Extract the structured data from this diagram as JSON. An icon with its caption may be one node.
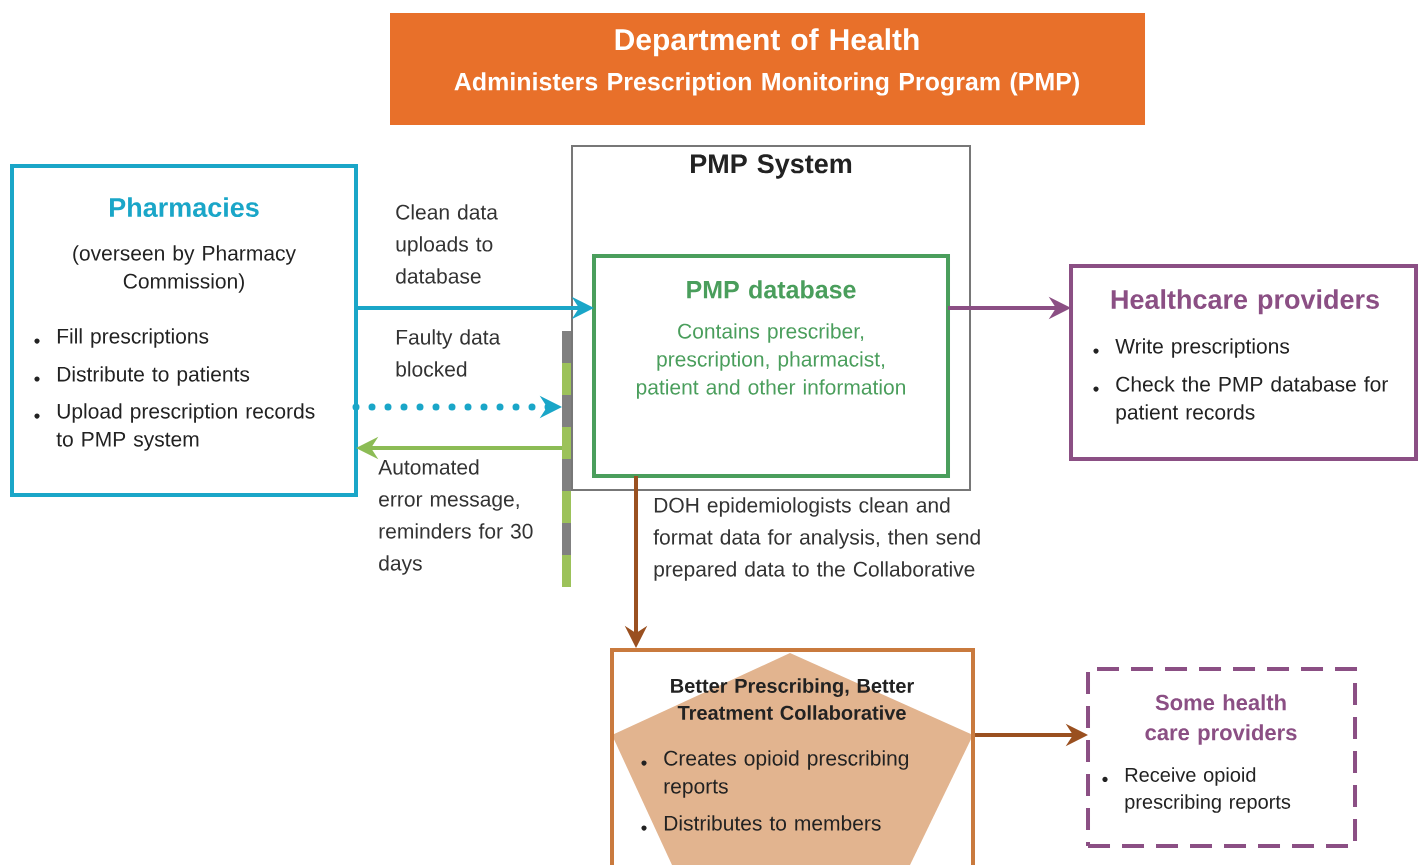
{
  "diagram": {
    "nodes": [
      {
        "text": [
          "Department of Health",
          "Administers Prescription Monitoring Program (PMP)"
        ]
      },
      {
        "text": [
          "Pharmacies",
          "(overseen by Pharmacy Commission)",
          "Fill prescriptions",
          "Distribute to patients",
          "Upload prescription records to PMP system"
        ]
      },
      {
        "text": [
          "PMP System"
        ]
      },
      {
        "text": [
          "PMP database",
          "Contains prescriber, prescription, pharmacist, patient and other information"
        ],
        "in": 2
      },
      {
        "text": [
          "Healthcare providers",
          "Write prescriptions",
          "Check the PMP database for patient records"
        ]
      },
      {
        "text": [],
        "shape": "bar"
      },
      {
        "text": [
          "Better Prescribing, Better Treatment Collaborative",
          "Creates opioid prescribing reports",
          "Distributes to members"
        ]
      },
      {
        "text": [
          "Some health care providers",
          "Receive opioid prescribing reports"
        ]
      }
    ],
    "edges": [
      {
        "from": 1,
        "to": 3,
        "arrow": "to",
        "label": "Clean data uploads to database",
        "color": "#1aa6c8"
      },
      {
        "from": 1,
        "to": 5,
        "arrow": "to",
        "label": "Faulty data blocked",
        "style": "dashed",
        "color": "#1aa6c8"
      },
      {
        "from": 5,
        "to": 1,
        "arrow": "to",
        "label": "Automated error message, reminders for 30 days",
        "color": "#8cbc55"
      },
      {
        "from": 3,
        "to": 4,
        "arrow": "to",
        "color": "#8b4f84"
      },
      {
        "from": 3,
        "to": 6,
        "arrow": "to",
        "label": "DOH epidemiologists clean and format data for analysis, then send prepared data to the Collaborative",
        "color": "#9a5020"
      },
      {
        "from": 6,
        "to": 7,
        "arrow": "to",
        "color": "#9a5020"
      }
    ]
  }
}
